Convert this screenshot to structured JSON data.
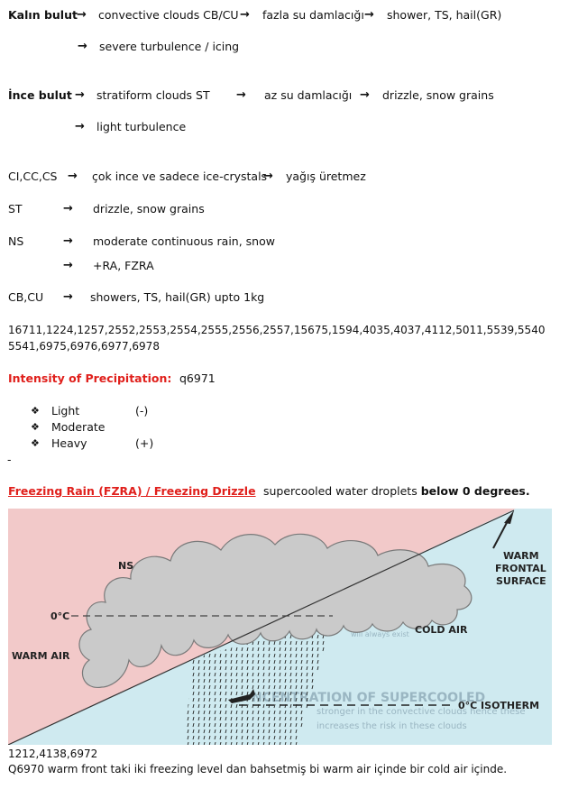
{
  "arrow": "→",
  "kalin": {
    "title": "Kalın bulut",
    "a": "convective clouds CB/CU",
    "b": "fazla su damlacığı",
    "c": "shower, TS, hail(GR)",
    "d": "severe turbulence / icing"
  },
  "ince": {
    "title": "İnce bulut",
    "a": "stratiform clouds ST",
    "b": "az su damlacığı",
    "c": "drizzle, snow grains",
    "d": "light turbulence"
  },
  "types": [
    {
      "name": "CI,CC,CS",
      "desc": "çok ince ve sadece ice-crystals",
      "extra": "yağış üretmez"
    },
    {
      "name": "ST",
      "desc": "drizzle, snow grains"
    },
    {
      "name": "NS",
      "desc": "moderate continuous rain, snow",
      "desc2": "+RA, FZRA"
    },
    {
      "name": "CB,CU",
      "desc": "showers, TS, hail(GR) upto 1kg"
    }
  ],
  "refs1": "16711,1224,1257,2552,2553,2554,2555,2556,2557,15675,1594,4035,4037,4112,5011,5539,5540",
  "refs2": "5541,6975,6976,6977,6978",
  "intensity": {
    "title": "Intensity of Precipitation:",
    "q": "q6971",
    "items": [
      {
        "label": "Light",
        "sym": "(-)"
      },
      {
        "label": "Moderate",
        "sym": ""
      },
      {
        "label": "Heavy",
        "sym": "(+)"
      }
    ]
  },
  "dash": "-",
  "fz": {
    "title": "Freezing Rain (FZRA) / Freezing Drizzle",
    "desc_pre": "supercooled water droplets ",
    "desc_bold": "below 0 degrees."
  },
  "figure": {
    "ns": "NS",
    "warm_front_1": "WARM",
    "warm_front_2": "FRONTAL",
    "warm_front_3": "SURFACE",
    "zero_c": "0°C",
    "cold_air": "COLD AIR",
    "warm_air": "WARM AIR",
    "isotherm": "0°C ISOTHERM",
    "faded_heading": "NCENTRATION OF SUPERCOOLED",
    "faded_1": "stronger in the convective clouds hence these",
    "faded_2": "increases the risk in these clouds",
    "colors": {
      "warm": "#f2c9c9",
      "cold": "#cfeaf0",
      "cloud": "#cacaca"
    }
  },
  "refs3": "1212,4138,6972",
  "note": "Q6970 warm front taki iki freezing level dan bahsetmiş bi warm air içinde bir cold air içinde."
}
